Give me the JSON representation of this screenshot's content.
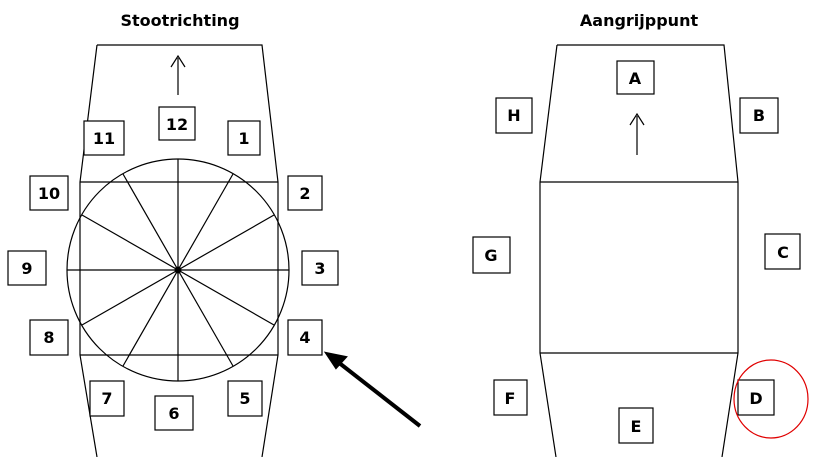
{
  "left_panel": {
    "title": "Stootrichting",
    "labels": [
      "12",
      "1",
      "2",
      "3",
      "4",
      "5",
      "6",
      "7",
      "8",
      "9",
      "10",
      "11"
    ]
  },
  "right_panel": {
    "title": "Aangrijppunt",
    "labels": [
      "A",
      "B",
      "C",
      "D",
      "E",
      "F",
      "G",
      "H"
    ]
  },
  "highlight": {
    "color": "#e00000",
    "target": "D"
  },
  "pointer": {
    "color": "#000000",
    "target": "4"
  }
}
